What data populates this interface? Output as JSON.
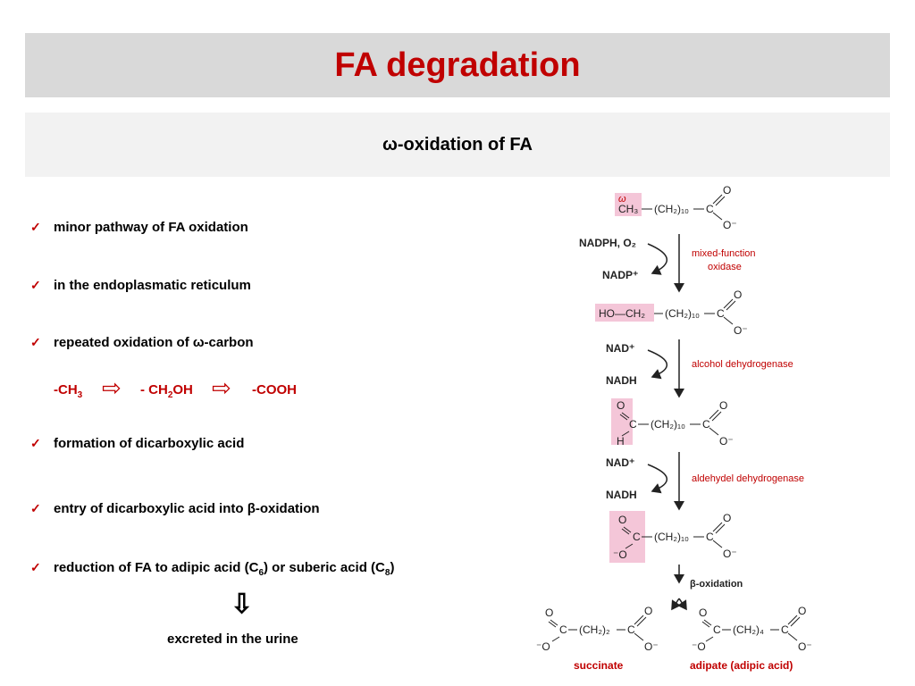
{
  "slide": {
    "title": "FA degradation",
    "subtitle": "ω-oxidation of FA",
    "bullets": [
      "minor pathway of FA oxidation",
      "in the endoplasmatic reticulum",
      "repeated oxidation of ω-carbon",
      "formation of dicarboxylic acid",
      "entry of dicarboxylic acid into β-oxidation"
    ],
    "bullet6": {
      "part1": "reduction of FA to adipic acid (C",
      "sub1": "6",
      "part2": ") or suberic acid (C",
      "sub2": "8",
      "part3": ")"
    },
    "check_glyph": "✓",
    "flow": {
      "ch3": "-CH",
      "ch3_sub": "3",
      "arrow": "⇨",
      "ch2oh_a": "- CH",
      "ch2oh_sub": "2",
      "ch2oh_b": "OH",
      "cooh": "-COOH"
    },
    "down_arrow": "⇩",
    "excreted": "excreted in the urine"
  },
  "diagram": {
    "omega": "ω",
    "ch3": "CH₃",
    "chain10": "(CH₂)₁₀",
    "chain2": "(CH₂)₂",
    "chain4": "(CH₂)₄",
    "C": "C",
    "O": "O",
    "Ominus": "O⁻",
    "minusO": "⁻O",
    "H": "H",
    "HO_CH2": "HO—CH₂",
    "nadph_o2": "NADPH, O₂",
    "nadp": "NADP⁺",
    "nad": "NAD⁺",
    "nadh": "NADH",
    "enzyme1_a": "mixed-function",
    "enzyme1_b": "oxidase",
    "enzyme2": "alcohol dehydrogenase",
    "enzyme3": "aldehydel dehydrogenase",
    "beta_ox": "β-oxidation",
    "succinate": "succinate",
    "adipate": "adipate (adipic acid)"
  },
  "colors": {
    "title_red": "#c00000",
    "title_bar": "#d9d9d9",
    "subtitle_bar": "#f2f2f2",
    "highlight_pink": "#f4c6d8"
  },
  "icons": {
    "check": "check-icon",
    "flow_arrow": "right-outline-arrow-icon",
    "down_arrow": "down-outline-arrow-icon"
  }
}
